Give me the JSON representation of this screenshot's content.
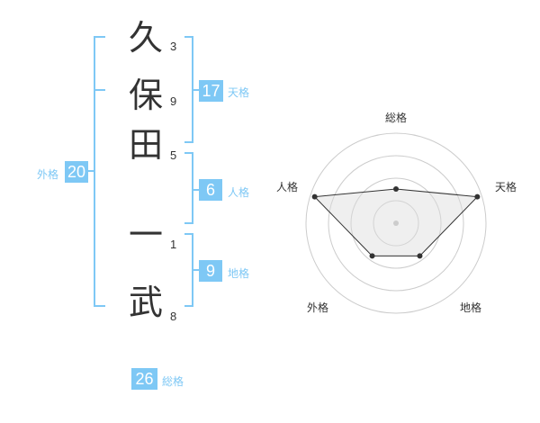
{
  "colors": {
    "accent": "#7ec8f5",
    "label": "#7ec8f5",
    "text": "#333333"
  },
  "name": {
    "characters": [
      {
        "char": "久",
        "strokes": "3"
      },
      {
        "char": "保",
        "strokes": "9"
      },
      {
        "char": "田",
        "strokes": "5"
      },
      {
        "char": "一",
        "strokes": "1"
      },
      {
        "char": "武",
        "strokes": "8"
      }
    ]
  },
  "fortune": {
    "tenkaku": {
      "value": "17",
      "label": "天格"
    },
    "jinkaku": {
      "value": "6",
      "label": "人格"
    },
    "chikaku": {
      "value": "9",
      "label": "地格"
    },
    "gaikaku": {
      "value": "20",
      "label": "外格"
    },
    "soukaku": {
      "value": "26",
      "label": "総格"
    }
  },
  "radar": {
    "labels": {
      "top": "総格",
      "right": "天格",
      "bottom_right": "地格",
      "bottom_left": "外格",
      "left": "人格"
    },
    "levels": 4,
    "values": [
      0.38,
      0.95,
      0.45,
      0.45,
      0.95
    ]
  }
}
